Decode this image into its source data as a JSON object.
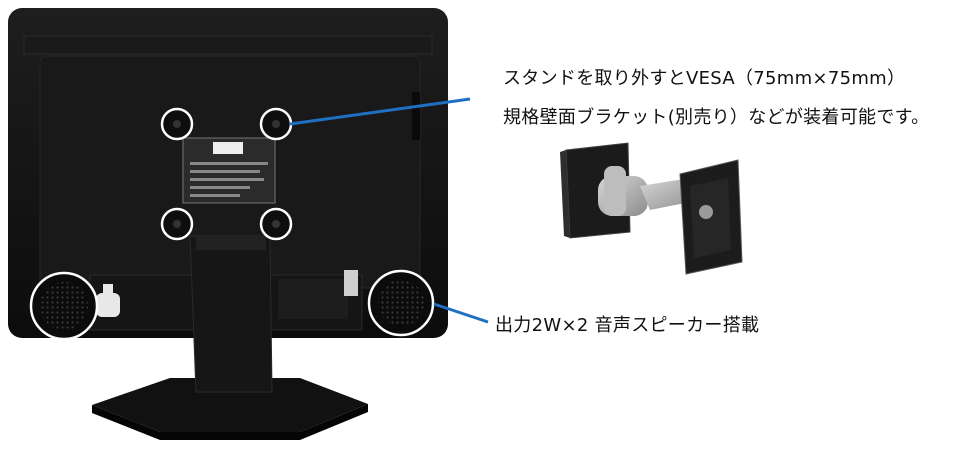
{
  "callouts": {
    "vesa": {
      "line1": "スタンドを取り外すとVESA（75mm×75mm）",
      "line2": "規格壁面ブラケット(別売り）などが装着可能です。"
    },
    "speaker": {
      "text": "出力2W×2 音声スピーカー搭載"
    }
  },
  "colors": {
    "leader_line": "#1f6fc2",
    "highlight_circle": "#ffffff",
    "monitor_body": "#141414"
  }
}
